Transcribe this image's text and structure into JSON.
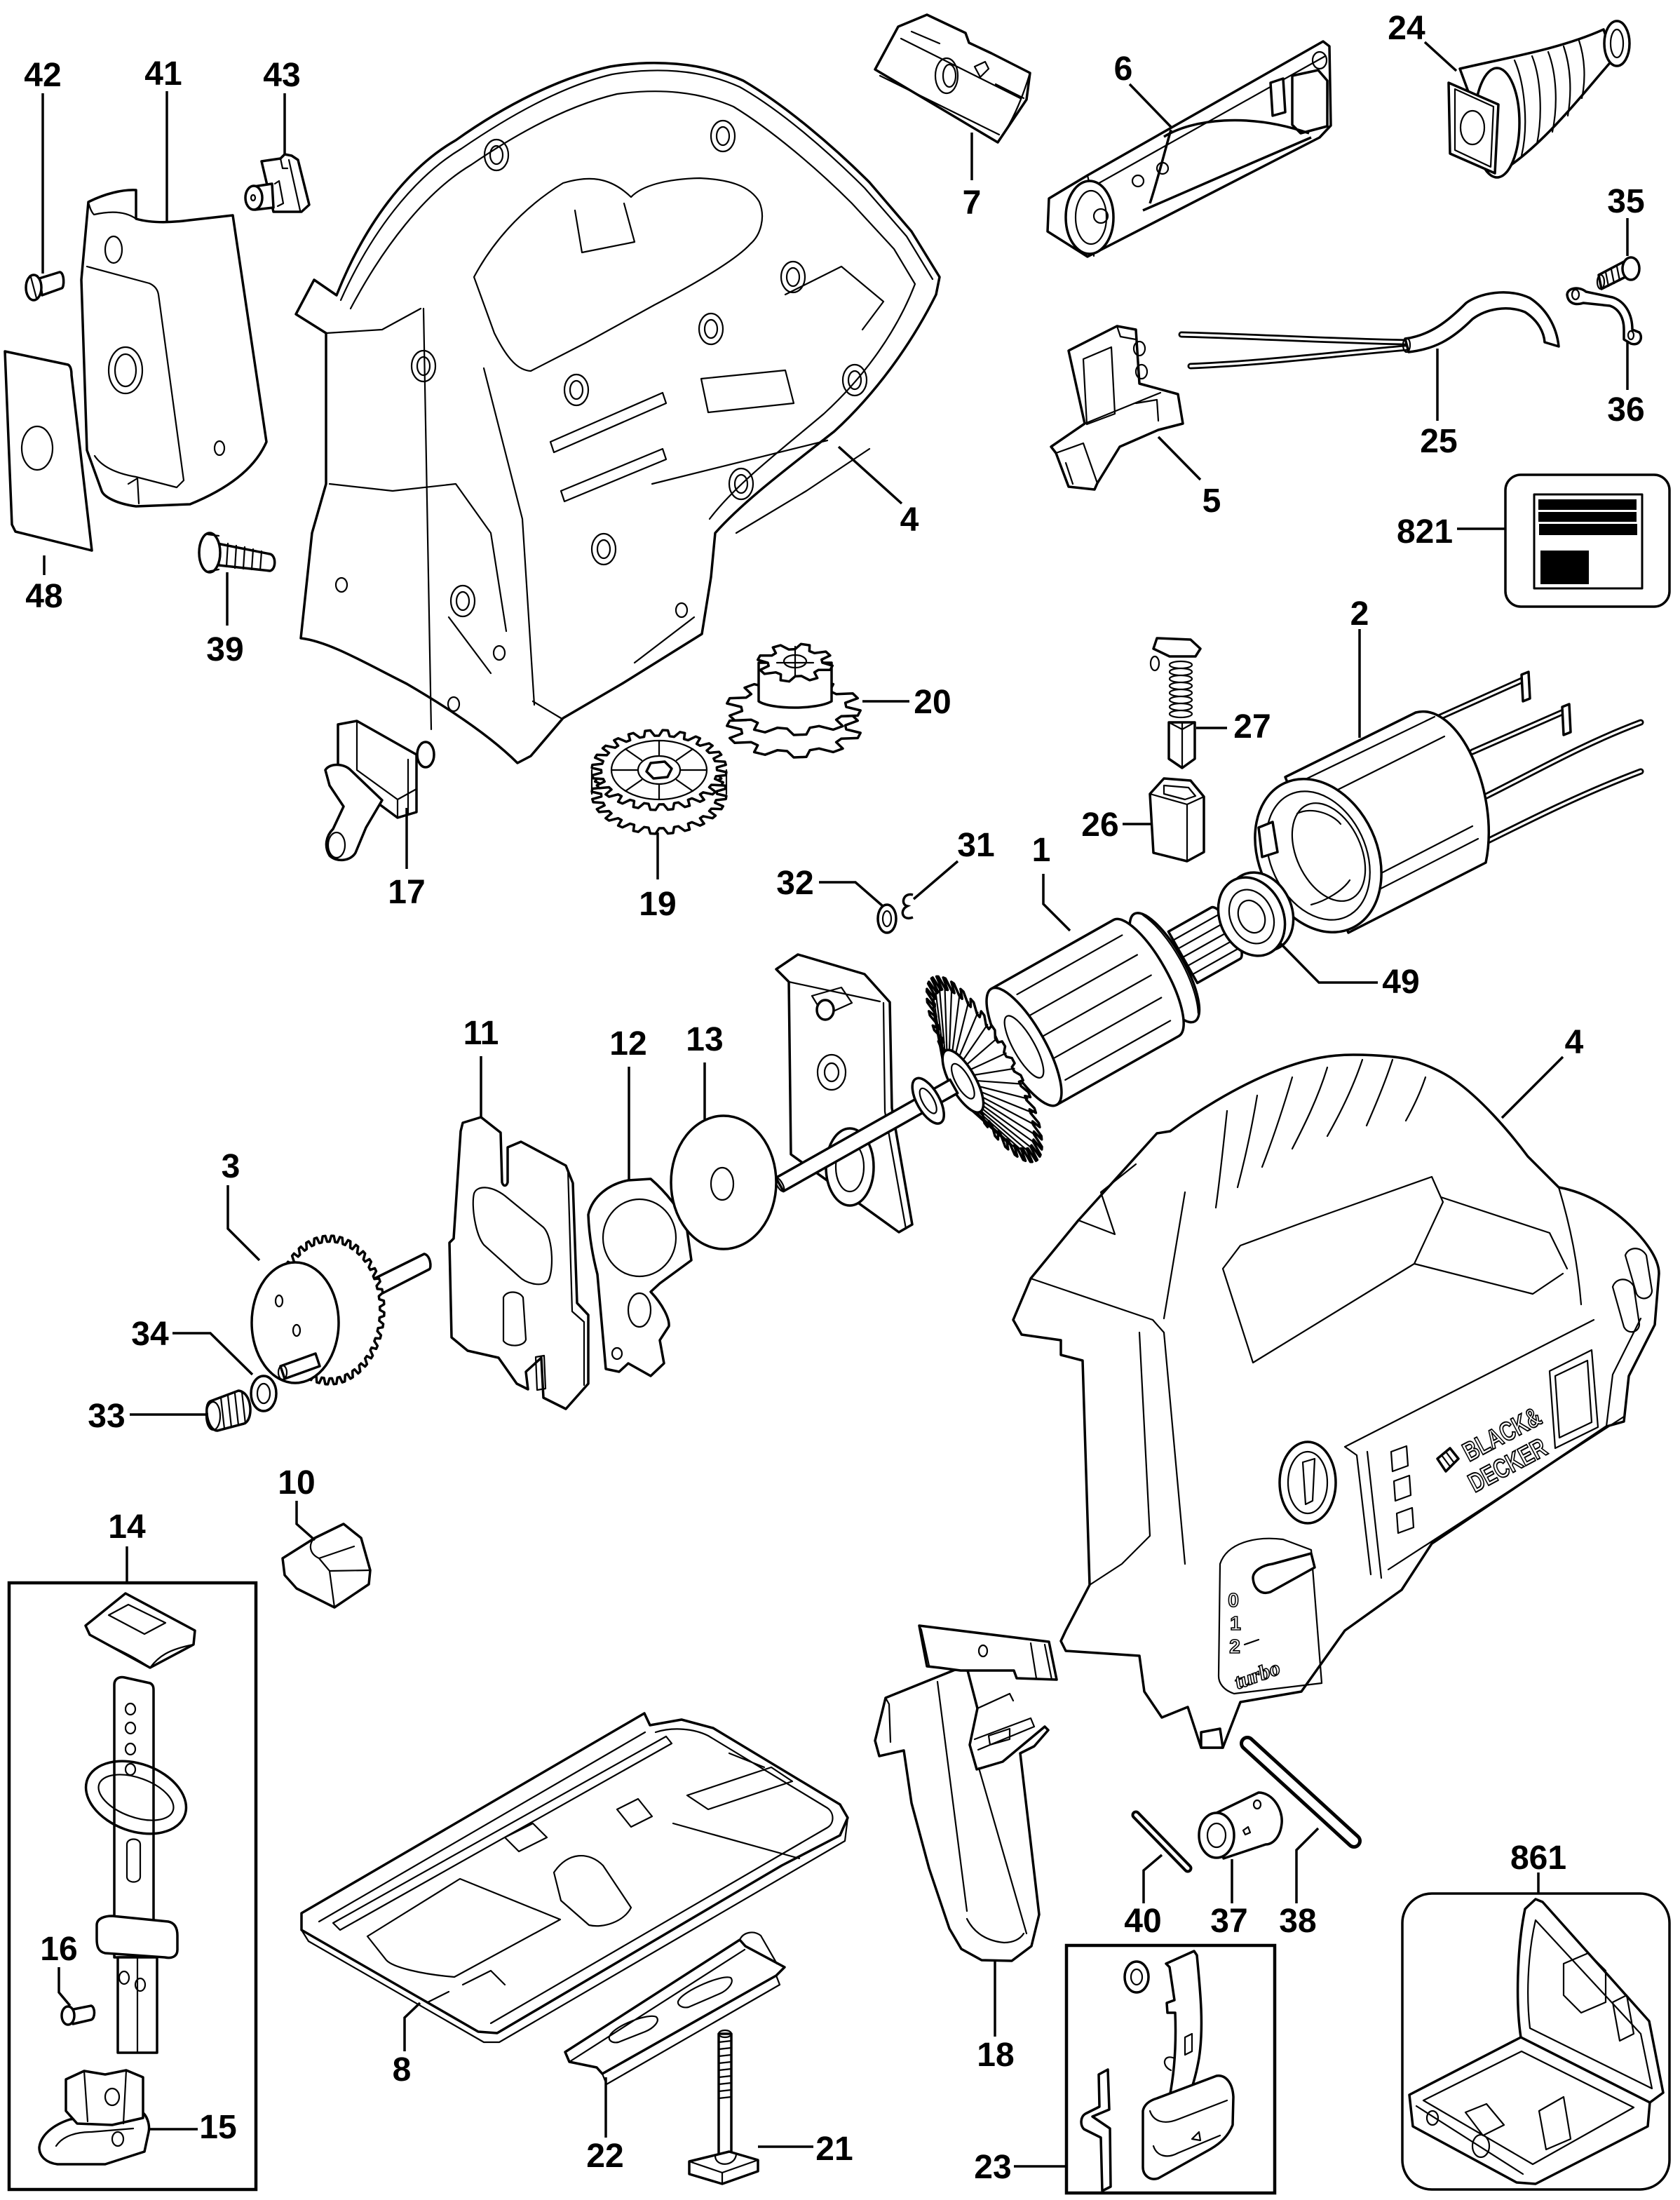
{
  "colors": {
    "line": "#000000",
    "background": "#ffffff"
  },
  "callouts": [
    {
      "number": "42"
    },
    {
      "number": "41"
    },
    {
      "number": "43"
    },
    {
      "number": "7"
    },
    {
      "number": "6"
    },
    {
      "number": "24"
    },
    {
      "number": "35"
    },
    {
      "number": "36"
    },
    {
      "number": "25"
    },
    {
      "number": "5"
    },
    {
      "number": "821"
    },
    {
      "number": "4"
    },
    {
      "number": "48"
    },
    {
      "number": "39"
    },
    {
      "number": "2"
    },
    {
      "number": "20"
    },
    {
      "number": "27"
    },
    {
      "number": "26"
    },
    {
      "number": "17"
    },
    {
      "number": "19"
    },
    {
      "number": "32"
    },
    {
      "number": "31"
    },
    {
      "number": "1"
    },
    {
      "number": "49"
    },
    {
      "number": "11"
    },
    {
      "number": "12"
    },
    {
      "number": "13"
    },
    {
      "number": "4"
    },
    {
      "number": "3"
    },
    {
      "number": "34"
    },
    {
      "number": "33"
    },
    {
      "number": "10"
    },
    {
      "number": "14"
    },
    {
      "number": "16"
    },
    {
      "number": "15"
    },
    {
      "number": "8"
    },
    {
      "number": "22"
    },
    {
      "number": "21"
    },
    {
      "number": "18"
    },
    {
      "number": "40"
    },
    {
      "number": "37"
    },
    {
      "number": "38"
    },
    {
      "number": "23"
    },
    {
      "number": "861"
    }
  ],
  "tool_markings": {
    "brand_line_1": "BLACK&",
    "brand_line_2": "DECKER",
    "speed_settings": [
      "0",
      "1",
      "2"
    ],
    "boost_label": "turbo"
  }
}
